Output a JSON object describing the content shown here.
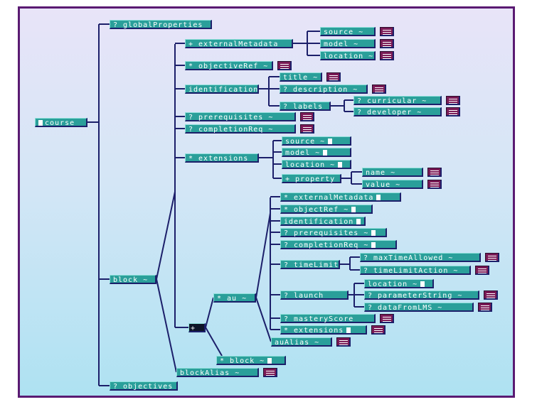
{
  "colors": {
    "frame": "#5a1a72",
    "node": "#2a9f9a",
    "wire": "#1c1f6a",
    "stack": "#7a1a56",
    "bg_top": "#e8e4f8",
    "bg_bottom": "#aee2f2"
  },
  "nodes": [
    {
      "id": "course",
      "label": "course",
      "box": "before",
      "icon": "element-box-icon"
    },
    {
      "id": "globalProperties",
      "label": "? globalProperties"
    },
    {
      "id": "externalMetadata",
      "label": "+ externalMetadata"
    },
    {
      "id": "em_source",
      "label": "source ~",
      "stack": true
    },
    {
      "id": "em_model",
      "label": "model ~",
      "stack": true
    },
    {
      "id": "em_location",
      "label": "location ~",
      "stack": true
    },
    {
      "id": "objectiveRef",
      "label": "* objectiveRef ~",
      "stack": true
    },
    {
      "id": "identification",
      "label": "identification"
    },
    {
      "id": "title",
      "label": "title ~",
      "stack": true
    },
    {
      "id": "description",
      "label": "? description ~",
      "stack": true
    },
    {
      "id": "labels",
      "label": "? labels"
    },
    {
      "id": "curricular",
      "label": "? curricular ~",
      "stack": true
    },
    {
      "id": "developer",
      "label": "? developer ~",
      "stack": true
    },
    {
      "id": "prerequisites",
      "label": "? prerequisites ~",
      "stack": true
    },
    {
      "id": "completionReq",
      "label": "? completionReq ~",
      "stack": true
    },
    {
      "id": "extensions",
      "label": "* extensions"
    },
    {
      "id": "ext_source",
      "label": "source ~",
      "box": "after"
    },
    {
      "id": "ext_model",
      "label": "model ~",
      "box": "after"
    },
    {
      "id": "ext_location",
      "label": "location ~",
      "box": "after"
    },
    {
      "id": "property",
      "label": "+ property"
    },
    {
      "id": "name",
      "label": "name ~",
      "stack": true
    },
    {
      "id": "value",
      "label": "value ~",
      "stack": true
    },
    {
      "id": "block",
      "label": "block ~"
    },
    {
      "id": "au_externalMetadata",
      "label": "* externalMetadata",
      "box": "after"
    },
    {
      "id": "au_objectiveRef",
      "label": "* objectRef ~",
      "box": "after"
    },
    {
      "id": "au_identification",
      "label": "identification",
      "box": "after"
    },
    {
      "id": "au_prerequisites",
      "label": "? prerequisites ~",
      "box": "after"
    },
    {
      "id": "au_completionReq",
      "label": "? completionReq ~",
      "box": "after"
    },
    {
      "id": "timeLimit",
      "label": "? timeLimit"
    },
    {
      "id": "maxTimeAllowed",
      "label": "? maxTimeAllowed ~",
      "stack": true
    },
    {
      "id": "timeLimitAction",
      "label": "? timeLimitAction ~",
      "stack": true
    },
    {
      "id": "au",
      "label": "* au ~"
    },
    {
      "id": "launch",
      "label": "? launch"
    },
    {
      "id": "launch_location",
      "label": "location ~",
      "box": "after"
    },
    {
      "id": "parameterString",
      "label": "? parameterString ~",
      "stack": true
    },
    {
      "id": "dataFromLMS",
      "label": "? dataFromLMS ~",
      "stack": true
    },
    {
      "id": "masteryScore",
      "label": "? masteryScore",
      "stack": true
    },
    {
      "id": "au_extensions",
      "label": "* extensions",
      "box": "after",
      "stack": true
    },
    {
      "id": "auAlias",
      "label": "auAlias ~",
      "stack": true
    },
    {
      "id": "choice",
      "label": "+",
      "dark": true
    },
    {
      "id": "sub_block",
      "label": "* block ~",
      "box": "after"
    },
    {
      "id": "blockAlias",
      "label": "blockAlias ~",
      "stack": true
    },
    {
      "id": "objectives",
      "label": "? objectives"
    }
  ]
}
